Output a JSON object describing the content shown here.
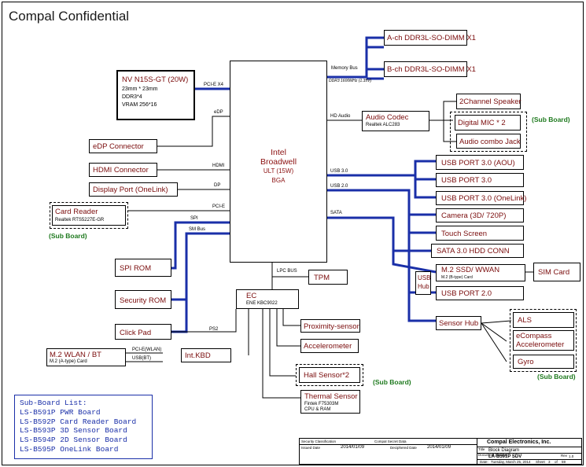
{
  "title": "Compal Confidential",
  "cpu": {
    "line1": "Intel",
    "line2": "Broadwell",
    "line3": "ULT (15W)",
    "line4": "BGA"
  },
  "gpu": {
    "name": "NV N15S-GT (20W)",
    "l1": "23mm * 23mm",
    "l2": "DDR3*4",
    "l3": "VRAM 256*16"
  },
  "memory": {
    "dimm_a": "A-ch DDR3L-SO-DIMM X1",
    "dimm_b": "B-ch DDR3L-SO-DIMM X1",
    "bus_label": "Memory Bus",
    "bus_spec": "DDR3 1600MHz (1.35V)"
  },
  "signals": {
    "pcie_x4": "PCI-E X4",
    "edp": "eDP",
    "hdmi": "HDMI",
    "dp": "DP",
    "pcie": "PCI-E",
    "spi": "SPI",
    "smbus": "SM Bus",
    "hd_audio": "HD Audio",
    "usb30": "USB 3.0",
    "usb20": "USB 2.0",
    "sata": "SATA",
    "lpc": "LPC BUS",
    "ps2": "PS2",
    "pcie_wlan": "PCI-E(WLAN)",
    "usb_bt": "USB(BT)"
  },
  "left": {
    "edp_conn": "eDP  Connector",
    "hdmi_conn": "HDMI  Connector",
    "dp_conn": "Display Port (OneLink)",
    "card_reader": "Card Reader",
    "card_reader_sub": "Realtek RTS5227E-GR",
    "spi_rom": "SPI ROM",
    "security_rom": "Security ROM",
    "click_pad": "Click Pad",
    "wlan": "M.2 WLAN / BT",
    "wlan_sub": "M.2 (A-type) Card"
  },
  "audio": {
    "codec": "Audio Codec",
    "codec_sub": "Realtek ALC283",
    "speaker": "2Channel Speaker",
    "mic": "Digital MIC * 2",
    "jack": "Audio combo Jack"
  },
  "usb": {
    "p1": "USB PORT 3.0 (AOU)",
    "p2": "USB PORT 3.0",
    "p3": "USB PORT 3.0 (OneLink)",
    "camera": "Camera (3D/ 720P)",
    "touch": "Touch Screen",
    "sata_hdd": "SATA 3.0 HDD CONN",
    "m2_ssd": "M.2 SSD/ WWAN",
    "m2_ssd_sub": "M.2 (B-type) Card",
    "hub1": "USB",
    "hub2": "Hub",
    "p20": "USB PORT 2.0",
    "sim": "SIM Card",
    "sensor_hub": "Sensor Hub"
  },
  "sensors": {
    "als": "ALS",
    "ecompass1": "eCompass",
    "ecompass2": "Accelerometer",
    "gyro": "Gyro"
  },
  "ec": {
    "name": "EC",
    "sub": "ENE KBC9022",
    "tpm": "TPM",
    "intkbd": "Int.KBD",
    "proximity": "Proximity-sensor",
    "accel": "Accelerometer",
    "hall": "Hall Sensor*2",
    "thermal": "Thermal Sensor",
    "thermal_sub1": "Fintek F75303M",
    "thermal_sub2": "CPU & RAM"
  },
  "sub_board_label": "(Sub Board)",
  "sublist": [
    "Sub-Board List:",
    "LS-B591P  PWR Board",
    "LS-B592P  Card Reader Board",
    "LS-B593P  3D Sensor Board",
    "LS-B594P  2D Sensor Board",
    "LS-B595P  OneLink Board"
  ],
  "titleblock": {
    "security": "Security Classification",
    "secret": "Compal Secret Data",
    "issued": "Issued Date",
    "issued_val": "2014/01/09",
    "decipher": "Deciphered Date",
    "decipher_val": "2014/01/09",
    "company": "Compal Electronics, Inc.",
    "tlabel": "Title",
    "doc": "Block Diagram",
    "docnum_label": "Document Number",
    "docnum": "LA-B591P  SDV",
    "rev": "Rev",
    "rev_val": "1.0",
    "size": "A",
    "date": "Date:",
    "date_val": "Tuesday, March 25, 2014",
    "sheet": "Sheet",
    "sheet_val": "3",
    "of": "of",
    "of_val": "59"
  }
}
